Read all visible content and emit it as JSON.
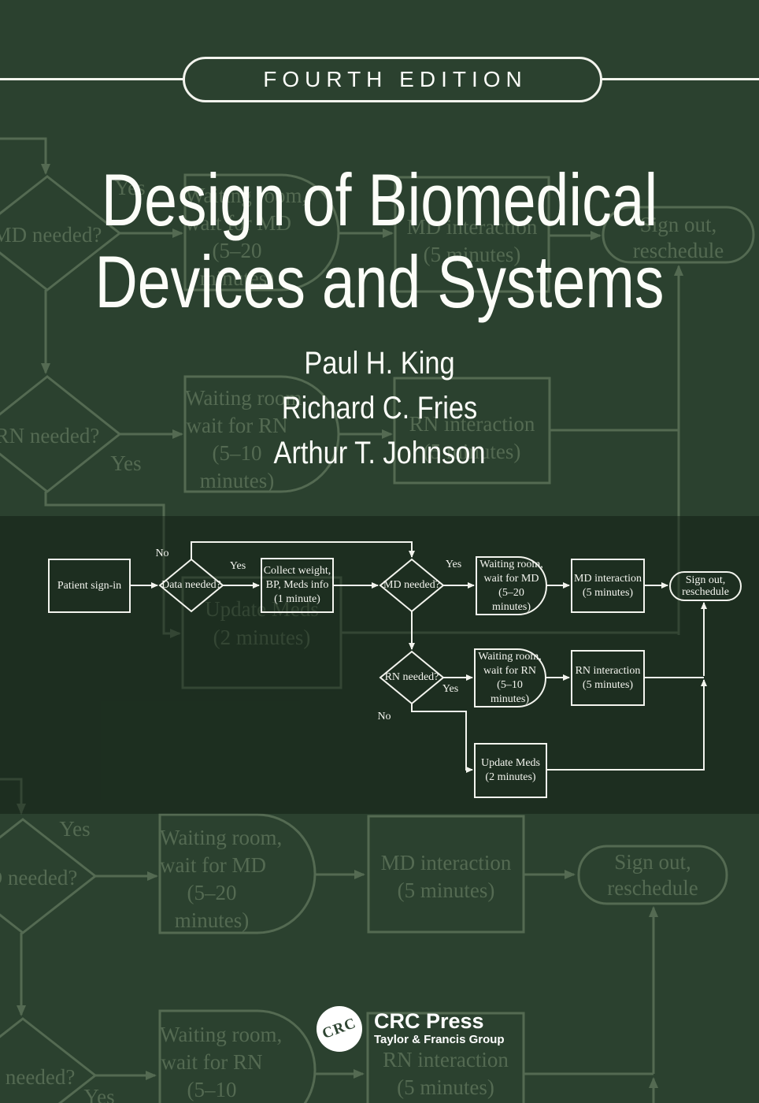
{
  "colors": {
    "background": "#2b412f",
    "band_overlay": "rgba(10,22,12,0.42)",
    "faint": "#546a52",
    "chart_white": "#f3f4ee"
  },
  "cover": {
    "edition_badge": "FOURTH EDITION",
    "title_line1": "Design of Biomedical",
    "title_line2": "Devices and Systems",
    "authors": [
      "Paul H. King",
      "Richard C. Fries",
      "Arthur T. Johnson"
    ]
  },
  "publisher": {
    "logo_text": "CRC",
    "name": "CRC Press",
    "group": "Taylor & Francis Group"
  },
  "flowchart": {
    "patient": "Patient sign-in",
    "data_q": "Data needed?",
    "collect": "Collect weight,\nBP, Meds info\n(1 minute)",
    "md_q": "MD needed?",
    "md_wait": "Waiting room,\nwait for MD\n(5–20\nminutes)",
    "md_int": "MD interaction\n(5 minutes)",
    "signout": "Sign out,\nreschedule",
    "rn_q": "RN needed?",
    "rn_wait": "Waiting room,\nwait for RN\n(5–10\nminutes)",
    "rn_int": "RN interaction\n(5 minutes)",
    "update": "Update Meds\n(2 minutes)",
    "no_data": "No",
    "yes_data": "Yes",
    "yes_md": "Yes",
    "yes_rn": "Yes",
    "no_rn": "No"
  },
  "background_chart": {
    "md_q": "MD needed?",
    "md_wait": "Waiting room,\nwait for MD\n(5–20\nminutes)",
    "md_int": "MD interaction\n(5 minutes)",
    "signout": "Sign out,\nreschedule",
    "rn_q": "RN needed?",
    "rn_wait": "Waiting room,\nwait for RN\n(5–10\nminutes)",
    "rn_int": "RN interaction\n(5 minutes)",
    "update": "Update Meds\n(2 minutes)",
    "yes": "Yes"
  }
}
